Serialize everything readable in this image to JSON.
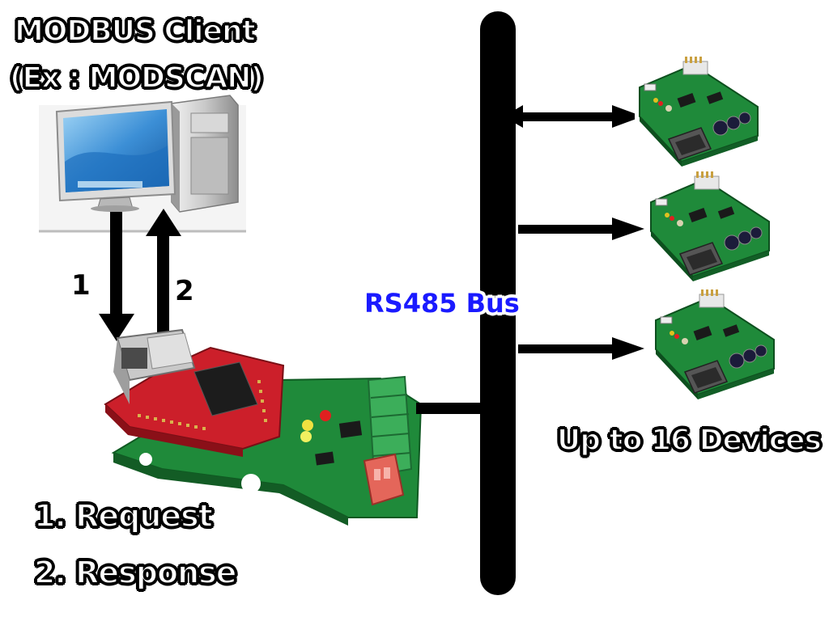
{
  "labels": {
    "client_line1": "MODBUS Client",
    "client_line2": "(Ex : MODSCAN)",
    "bus": "RS485 Bus",
    "devices": "Up to 16 Devices",
    "step1": "1. Request",
    "step2": "2. Response",
    "arrow1": "1",
    "arrow2": "2"
  },
  "device_count_shown": 3,
  "colors": {
    "pcb_green": "#1f8a3a",
    "pcb_red": "#cc1f2a",
    "bus_line": "#000000",
    "bus_label": "#1a1aff",
    "terminal_green": "#3cae5a"
  }
}
